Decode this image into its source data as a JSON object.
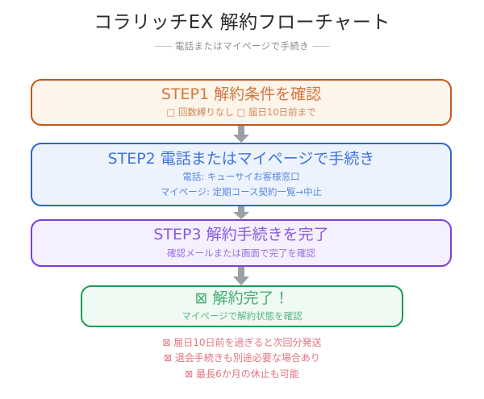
{
  "header": {
    "title": "コラリッチEX 解約フローチャート",
    "rule_left": "——",
    "subtitle": "電話またはマイページで手続き",
    "rule_right": "——"
  },
  "colors": {
    "step1_border": "#c4571c",
    "step1_fill": "#fdf4ea",
    "step1_text": "#d2763f",
    "step2_border": "#2f66cc",
    "step2_fill": "#edf3fd",
    "step2_text": "#3f74d8",
    "step3_border": "#7c3fdd",
    "step3_fill": "#f5f0fd",
    "step3_text": "#8a5ae0",
    "done_border": "#1f9a56",
    "done_fill": "#effaf2",
    "done_text": "#45ac74",
    "note_text": "#e0757f",
    "arrow": "#9aa0a6",
    "title_text": "#2b2b2b",
    "subtitle_text": "#8c8f94"
  },
  "flow": {
    "step1": {
      "head": "STEP1 解約条件を確認",
      "sub1": "□ 回数縛りなし  □ 届日10日前まで"
    },
    "step2": {
      "head": "STEP2 電話またはマイページで手続き",
      "sub1": "電話: キューサイお客様窓口",
      "sub2": "マイページ: 定期コース契約一覧→中止"
    },
    "step3": {
      "head": "STEP3 解約手続きを完了",
      "sub1": "確認メールまたは画面で完了を確認"
    },
    "done": {
      "head": "⊠ 解約完了！",
      "sub1": "マイページで解約状態を確認"
    },
    "arrows": [
      {
        "name": "arrow-step1-to-step2"
      },
      {
        "name": "arrow-step2-to-step3"
      },
      {
        "name": "arrow-step3-to-done"
      }
    ]
  },
  "notes": [
    "⊠ 届日10日前を過ぎると次回分発送",
    "⊠ 退会手続きも別途必要な場合あり",
    "⊠ 最長6か月の休止も可能"
  ]
}
